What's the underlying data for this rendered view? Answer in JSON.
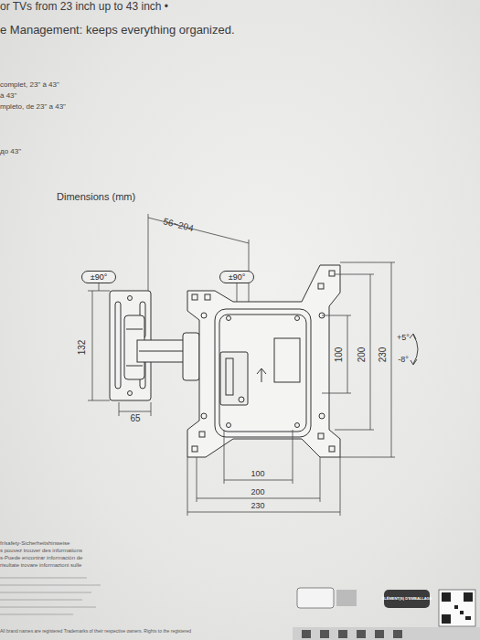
{
  "diagram": {
    "nodes": [
      {
        "text": [
          "±90°"
        ]
      },
      {
        "text": [
          "±90°"
        ]
      }
    ],
    "labels": [
      "or TVs from 23 inch up to 43 inch •",
      "e Management: keeps everything organized.",
      "complet, 23\" à 43\"",
      "à 43\"",
      "mpleto, de 23\" a 43\"",
      "до 43\"",
      "Dimensions (mm)",
      "56~204",
      "132",
      "65",
      "100",
      "200",
      "230",
      "+5°",
      "-8°",
      "100",
      "200",
      "230",
      "fr/safety-Sicherheitshinweise",
      "s pouvez trouver des informations",
      "s-Puede encontrar información de",
      "risultate trovare informazioni sulle",
      "ÉLÉMENT(S) D'EMBALLAGE",
      "All brand names are registered Trademarks of their respective owners. Rights to the registered"
    ]
  }
}
